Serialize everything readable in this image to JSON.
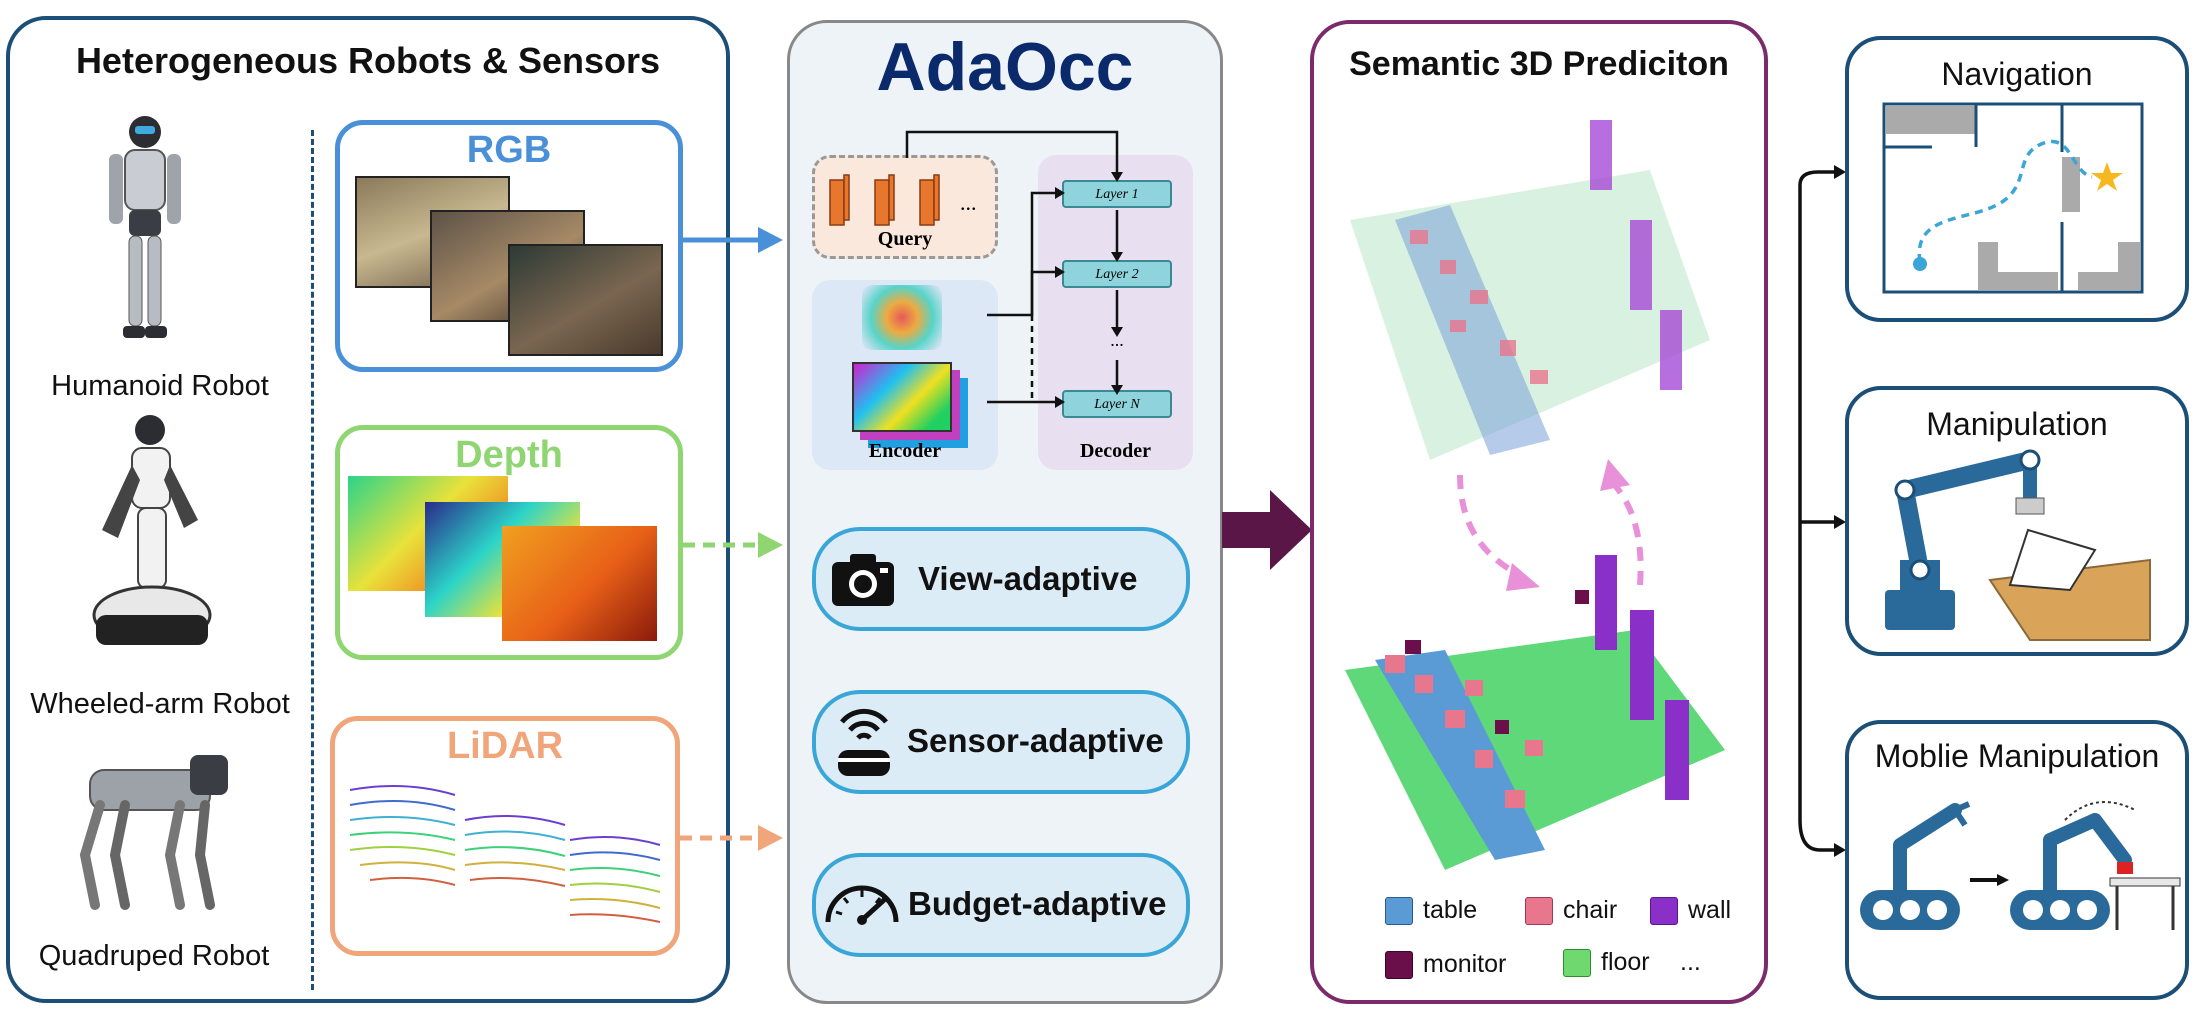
{
  "left_panel": {
    "title": "Heterogeneous Robots & Sensors",
    "robots": [
      {
        "label": "Humanoid Robot"
      },
      {
        "label": "Wheeled-arm Robot"
      },
      {
        "label": "Quadruped Robot"
      }
    ],
    "sensors": [
      {
        "label": "RGB",
        "color": "#4a90d9"
      },
      {
        "label": "Depth",
        "color": "#8fd672"
      },
      {
        "label": "LiDAR",
        "color": "#f0a57a"
      }
    ]
  },
  "center_panel": {
    "title": "AdaOcc",
    "query_label": "Query",
    "encoder_label": "Encoder",
    "decoder_label": "Decoder",
    "ellipsis": "...",
    "layers": [
      "Layer 1",
      "Layer 2",
      "...",
      "Layer N"
    ],
    "adaptives": [
      {
        "label": "View-adaptive",
        "icon": "camera-icon"
      },
      {
        "label": "Sensor-adaptive",
        "icon": "sensor-icon"
      },
      {
        "label": "Budget-adaptive",
        "icon": "gauge-icon"
      }
    ]
  },
  "prediction_panel": {
    "title": "Semantic 3D Prediciton",
    "legend": [
      {
        "label": "table",
        "color": "#5b9bd5"
      },
      {
        "label": "chair",
        "color": "#e8768c"
      },
      {
        "label": "wall",
        "color": "#8b2fc9"
      },
      {
        "label": "monitor",
        "color": "#6b0f4a"
      },
      {
        "label": "floor",
        "color": "#6fd86f"
      },
      {
        "label": "...",
        "color": ""
      }
    ]
  },
  "tasks": [
    {
      "label": "Navigation"
    },
    {
      "label": "Manipulation"
    },
    {
      "label": "Moblie Manipulation"
    }
  ],
  "colors": {
    "left_border": "#1b4f78",
    "center_border": "#888888",
    "center_bg": "#eef3f8",
    "prediction_border": "#7b2a6b",
    "arrow_main": "#5a1646",
    "task_blue": "#1b4f78",
    "adaOcc_title": "#0b2a6b"
  }
}
